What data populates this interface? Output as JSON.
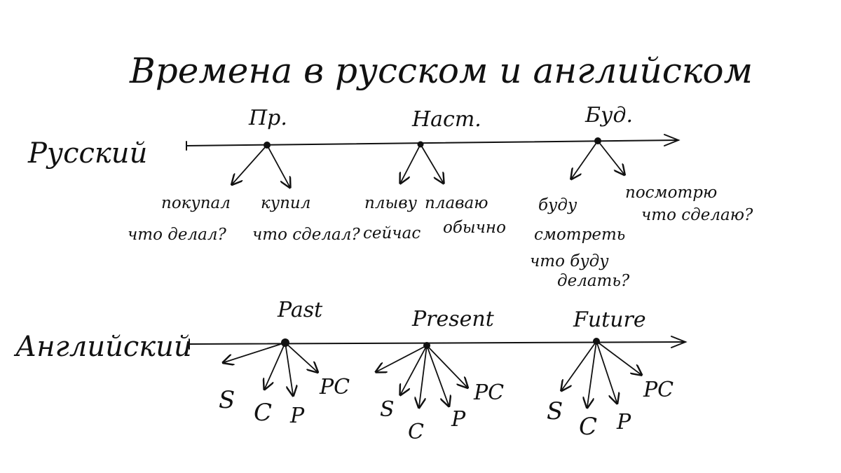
{
  "title": "Времена в русском и английском",
  "russian": {
    "label": "Русский",
    "past": {
      "heading": "Пр.",
      "left_note": [
        "покупал",
        "что делал?"
      ],
      "right_note": [
        "купил",
        "что сделал?"
      ]
    },
    "present": {
      "heading": "Наст.",
      "left_note": [
        "плыву",
        "сейчас"
      ],
      "right_note": [
        "плаваю",
        "обычно"
      ]
    },
    "future": {
      "heading": "Буд.",
      "left_note": [
        "буду",
        "смотреть",
        "что буду",
        "делать?"
      ],
      "right_note": [
        "посмотрю",
        "что сделаю?"
      ]
    }
  },
  "english": {
    "label": "Английский",
    "past": {
      "heading": "Past",
      "tenses": [
        "S",
        "C",
        "P",
        "PC"
      ]
    },
    "present": {
      "heading": "Present",
      "tenses": [
        "S",
        "C",
        "P",
        "PC"
      ]
    },
    "future": {
      "heading": "Future",
      "tenses": [
        "S",
        "C",
        "P",
        "PC"
      ]
    }
  }
}
